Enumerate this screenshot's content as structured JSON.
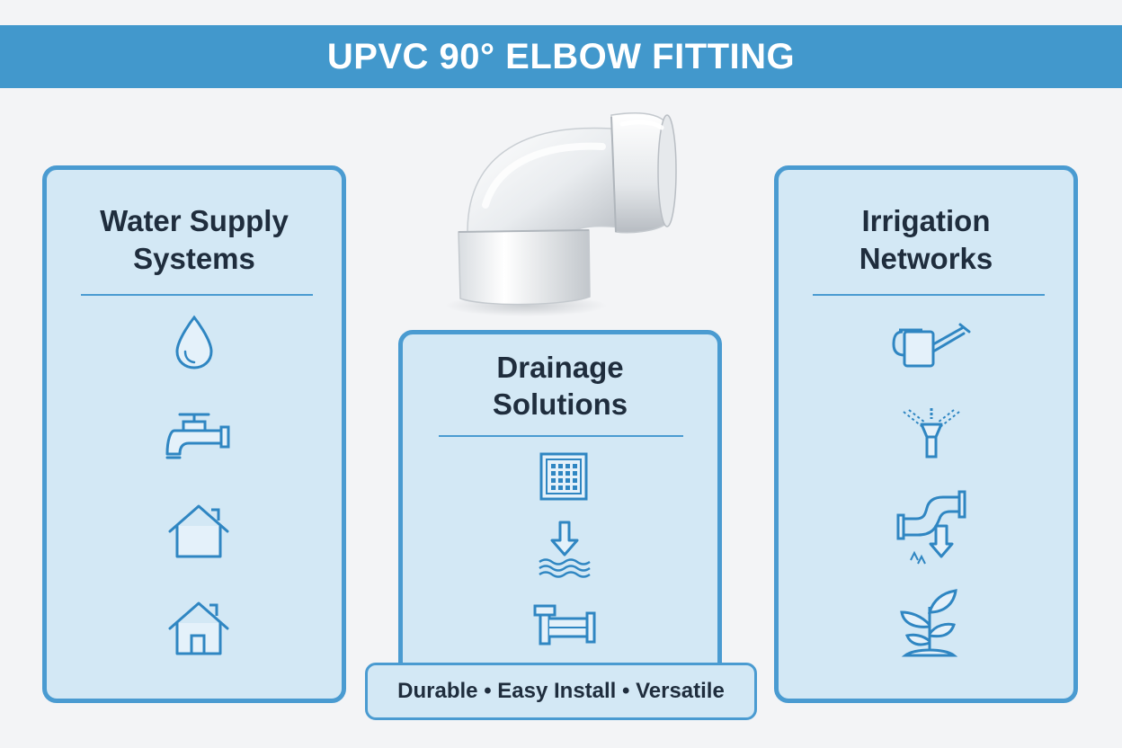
{
  "title": "UPVC 90° ELBOW FITTING",
  "colors": {
    "banner": "#4298cc",
    "panel_fill": "#d3e8f5",
    "panel_border": "#4a9bd1",
    "text": "#1f2d3d",
    "icon_stroke": "#2f86c2"
  },
  "panels": {
    "water": {
      "heading_line1": "Water Supply",
      "heading_line2": "Systems",
      "icons": [
        "water-drop-icon",
        "faucet-icon",
        "house-icon",
        "house-chimney-icon"
      ]
    },
    "drainage": {
      "heading_line1": "Drainage",
      "heading_line2": "Solutions",
      "icons": [
        "floor-drain-grate-icon",
        "drain-arrow-water-icon",
        "pipe-fitting-icon"
      ]
    },
    "irrigation": {
      "heading_line1": "Irrigation",
      "heading_line2": "Networks",
      "icons": [
        "watering-can-icon",
        "sprinkler-icon",
        "elbow-pipe-flow-icon",
        "plant-sprout-icon"
      ]
    }
  },
  "footer": {
    "text": "Durable • Easy Install • Versatile"
  },
  "product_image": "pvc-elbow-fitting"
}
